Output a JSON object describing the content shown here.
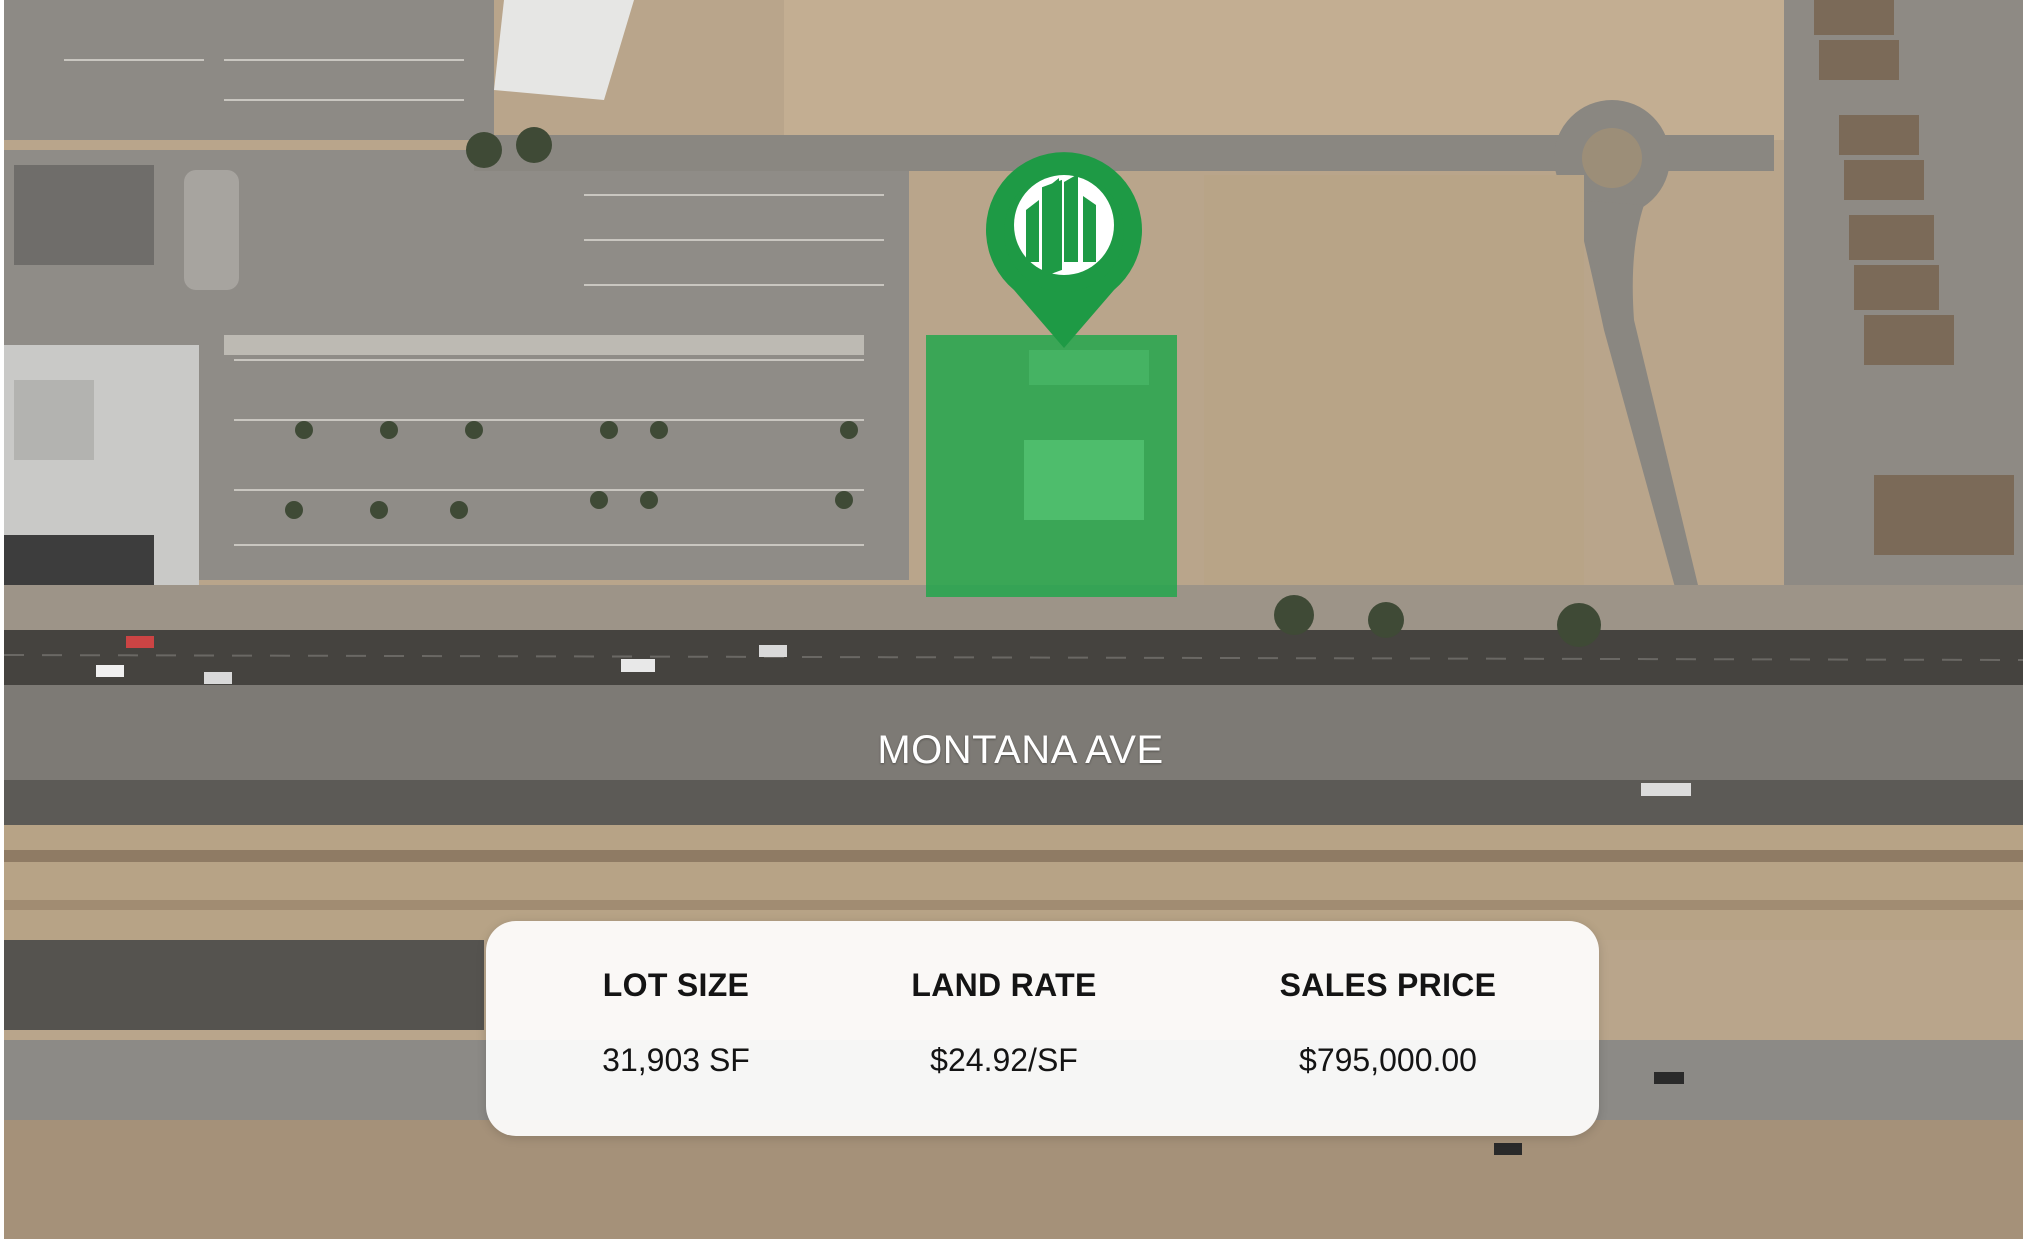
{
  "map": {
    "road_name": "MONTANA AVE",
    "highlight_color": "#1fa64a",
    "marker_icon": "building-pin-icon"
  },
  "property": {
    "lot_size_label": "LOT SIZE",
    "lot_size_value": "31,903 SF",
    "land_rate_label": "LAND RATE",
    "land_rate_value": "$24.92/SF",
    "sales_price_label": "SALES PRICE",
    "sales_price_value": "$795,000.00"
  }
}
